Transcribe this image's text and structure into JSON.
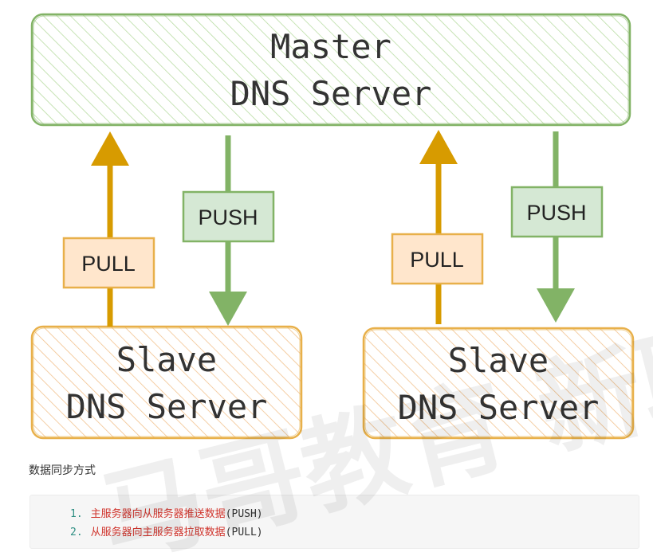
{
  "diagram": {
    "master": {
      "line1": "Master",
      "line2": "DNS Server"
    },
    "slaves": [
      {
        "line1": "Slave",
        "line2": "DNS Server"
      },
      {
        "line1": "Slave",
        "line2": "DNS Server"
      }
    ],
    "labels": {
      "pull": "PULL",
      "push": "PUSH"
    },
    "colors": {
      "master_stroke": "#82b366",
      "master_hatch": "#b9dca3",
      "slave_stroke": "#e8b04a",
      "slave_hatch": "#f2c28e",
      "pull_arrow": "#d79b00",
      "pull_label_fill": "#ffe6cc",
      "push_arrow": "#82b366",
      "push_label_fill": "#d5e8d4"
    }
  },
  "caption": "数据同步方式",
  "code": [
    {
      "num": "1.",
      "cn": "主服务器向从服务器推送数据",
      "en": "(PUSH)"
    },
    {
      "num": "2.",
      "cn": "从服务器向主服务器拉取数据",
      "en": "(PULL)"
    }
  ],
  "watermark": "马哥教育 新职业学院"
}
